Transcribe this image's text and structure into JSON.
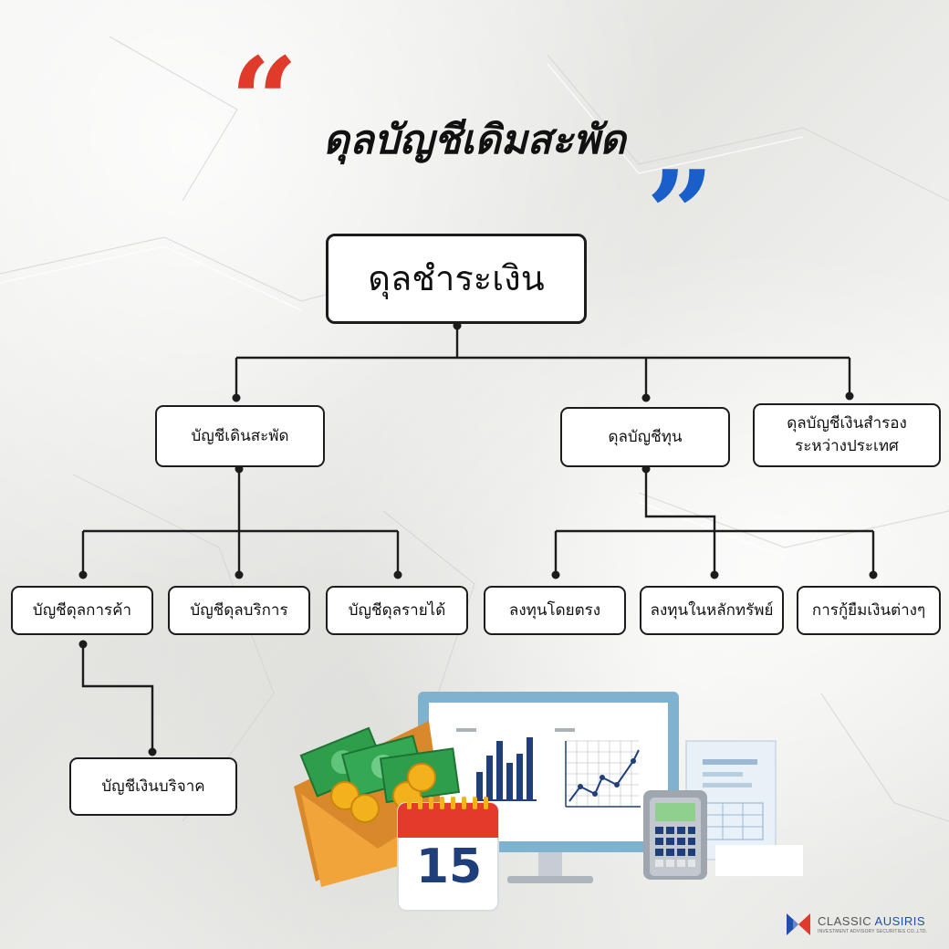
{
  "quotes": {
    "open": "“",
    "close": "”"
  },
  "title": "ดุลบัญชีเดิมสะพัด",
  "nodes": {
    "root": "ดุลชำระเงิน",
    "current_account": "บัญชีเดินสะพัด",
    "capital_account": "ดุลบัญชีทุน",
    "reserves_line1": "ดุลบัญชีเงินสำรอง",
    "reserves_line2": "ระหว่างประเทศ",
    "trade": "บัญชีดุลการค้า",
    "services": "บัญชีดุลบริการ",
    "income": "บัญชีดุลรายได้",
    "direct_investment": "ลงทุนโดยตรง",
    "securities": "ลงทุนในหลักทรัพย์",
    "borrowing": "การกู้ยืมเงินต่างๆ",
    "transfers": "บัญชีเงินบริจาค"
  },
  "calendar_day": "15",
  "brand": {
    "name_part1": "CLASSIC ",
    "name_part2": "AUSIRIS",
    "tagline": "INVESTMENT ADVISORY SECURITIES CO.,LTD."
  },
  "colors": {
    "quote_open": "#e03a2b",
    "quote_close": "#1a5fc9",
    "box_border": "#1c1c1c",
    "brand_blue": "#1f4fa8",
    "brand_red": "#e03a2b"
  },
  "icons": [
    "money-envelope-icon",
    "calendar-icon",
    "monitor-charts-icon",
    "calculator-icon",
    "invoice-icon",
    "brand-logo-icon"
  ]
}
